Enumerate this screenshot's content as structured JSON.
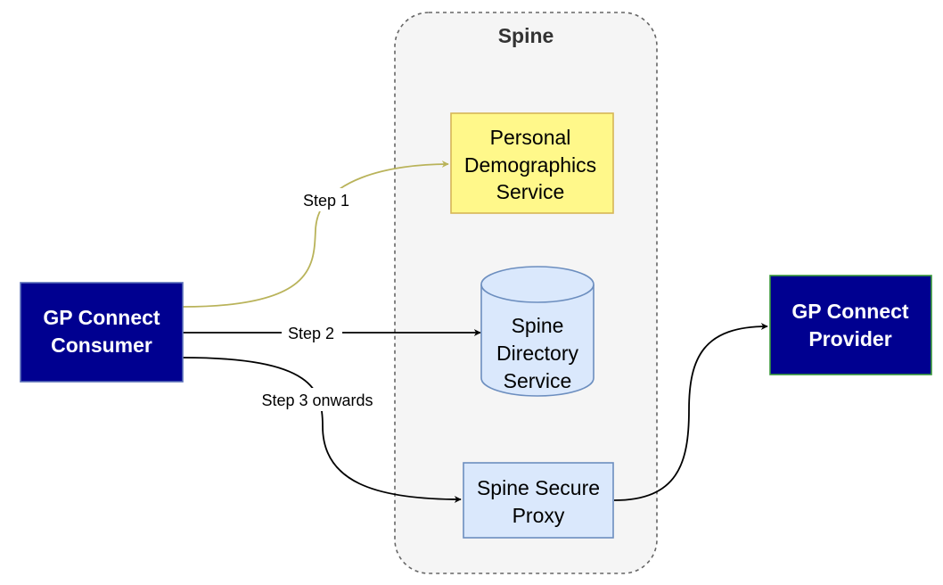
{
  "spine": {
    "title": "Spine"
  },
  "nodes": {
    "consumer": {
      "line1": "GP Connect",
      "line2": "Consumer"
    },
    "provider": {
      "line1": "GP Connect",
      "line2": "Provider"
    },
    "pds": {
      "line1": "Personal",
      "line2": "Demographics",
      "line3": "Service"
    },
    "sds": {
      "line1": "Spine",
      "line2": "Directory",
      "line3": "Service"
    },
    "ssp": {
      "line1": "Spine Secure",
      "line2": "Proxy"
    }
  },
  "edges": {
    "step1": "Step 1",
    "step2": "Step 2",
    "step3": "Step 3 onwards"
  },
  "colors": {
    "dark_node_fill": "#000090",
    "dark_node_border_consumer": "#5a6fb8",
    "dark_node_border_provider": "#3a9a3a",
    "pds_fill": "#fff88a",
    "pds_border": "#d6b656",
    "blue_node_fill": "#dae8fc",
    "blue_node_border": "#6c8ebf",
    "spine_fill": "#f5f5f5",
    "spine_border": "#666666",
    "step1_line": "#b9b35a",
    "line": "#000000"
  }
}
